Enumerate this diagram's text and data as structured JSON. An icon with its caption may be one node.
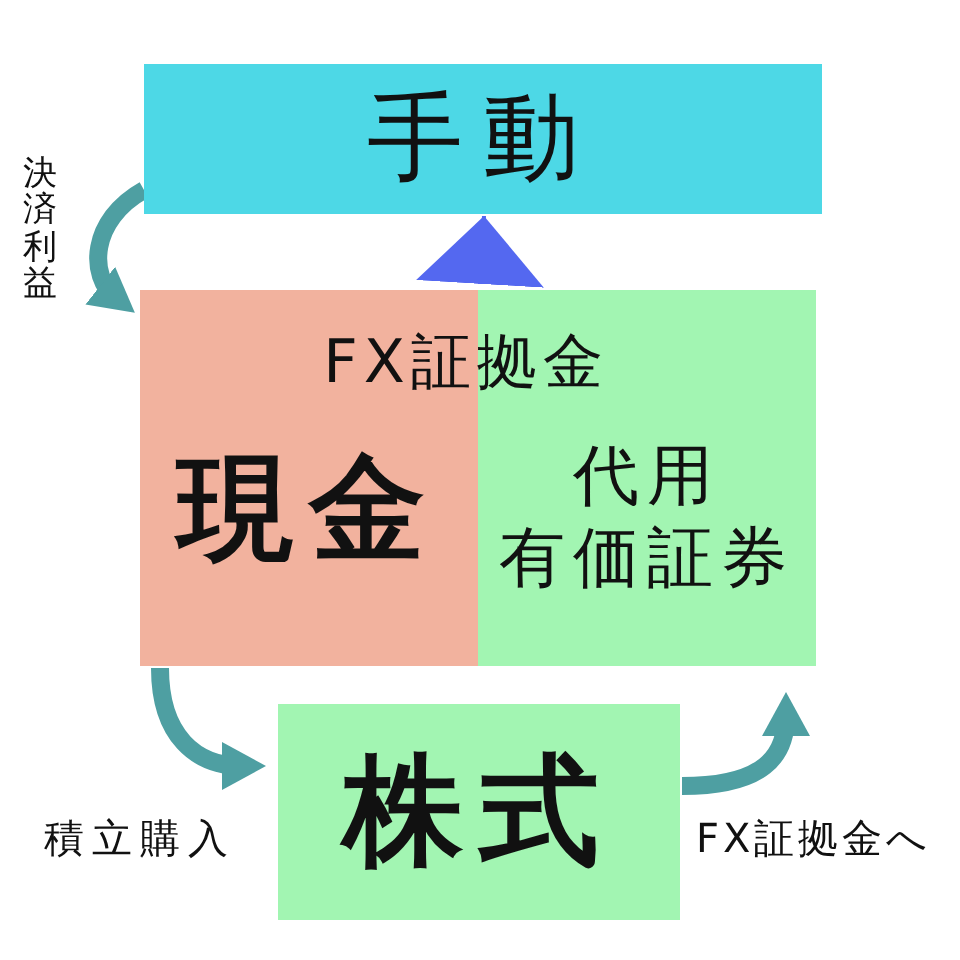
{
  "diagram": {
    "nodes": [
      {
        "text": [
          "手動"
        ]
      },
      {
        "text": [
          "FX証拠金"
        ]
      },
      {
        "text": [
          "現金"
        ],
        "in": 1
      },
      {
        "text": [
          "代用有価証券"
        ],
        "in": 1
      },
      {
        "text": [
          "株式"
        ]
      }
    ],
    "edges": [
      {
        "from": 0,
        "to": 1,
        "arrow": "to",
        "label": "決済利益"
      },
      {
        "from": 2,
        "to": 4,
        "arrow": "to",
        "label": "積立購入"
      },
      {
        "from": 4,
        "to": 3,
        "arrow": "to",
        "label": "FX証拠金へ"
      },
      {
        "from": 1,
        "to": 0,
        "arrow": "to",
        "color": "#5468f0"
      }
    ]
  }
}
